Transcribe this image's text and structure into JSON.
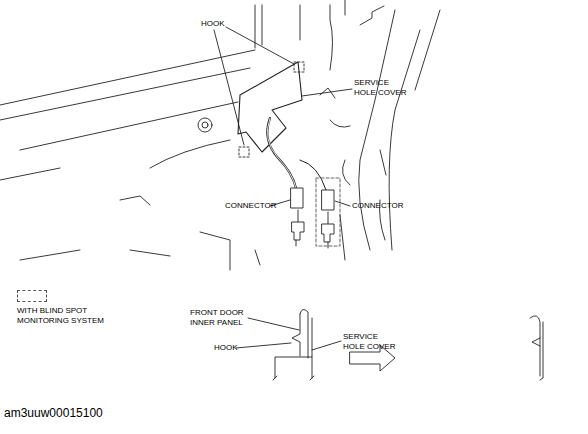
{
  "diagram": {
    "labels": [
      "HOOK",
      "SERVICE HOLE COVER",
      "CONNECTOR",
      "CONNECTOR",
      "FRONT DOOR INNER PANEL",
      "HOOK",
      "SERVICE HOLE COVER",
      "am3uuw00015100"
    ],
    "legend": [
      {
        "text": "WITH BLIND SPOT MONITORING SYSTEM"
      }
    ]
  }
}
